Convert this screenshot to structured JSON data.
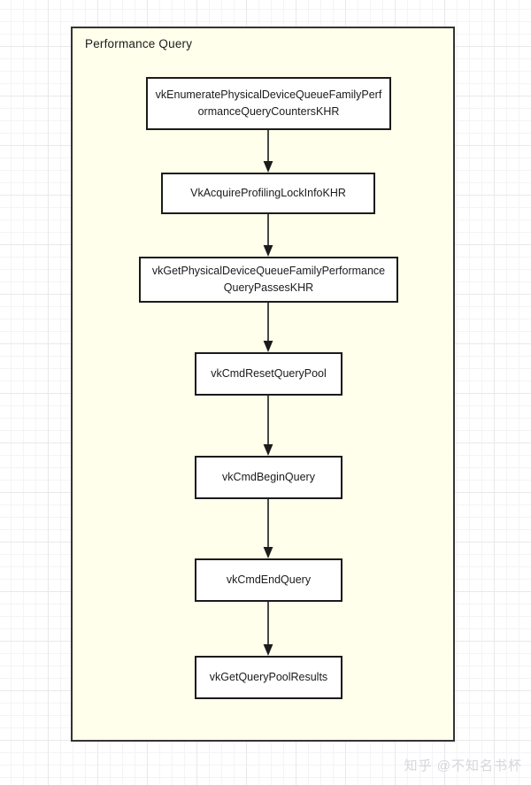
{
  "diagram": {
    "group": {
      "title": "Performance Query",
      "fill_color": "#ffffec",
      "border_color": "#333333"
    },
    "nodes": [
      {
        "id": "node-enumerate-counters",
        "label": "vkEnumeratePhysicalDeviceQueueFamilyPerformanceQueryCountersKHR"
      },
      {
        "id": "node-acquire-lock-info",
        "label": "VkAcquireProfilingLockInfoKHR"
      },
      {
        "id": "node-get-query-passes",
        "label": "vkGetPhysicalDeviceQueueFamilyPerformanceQueryPassesKHR"
      },
      {
        "id": "node-cmd-reset-query-pool",
        "label": "vkCmdResetQueryPool"
      },
      {
        "id": "node-cmd-begin-query",
        "label": "vkCmdBeginQuery"
      },
      {
        "id": "node-cmd-end-query",
        "label": "vkCmdEndQuery"
      },
      {
        "id": "node-get-query-pool-results",
        "label": "vkGetQueryPoolResults"
      }
    ],
    "edges": [
      {
        "from": "node-enumerate-counters",
        "to": "node-acquire-lock-info"
      },
      {
        "from": "node-acquire-lock-info",
        "to": "node-get-query-passes"
      },
      {
        "from": "node-get-query-passes",
        "to": "node-cmd-reset-query-pool"
      },
      {
        "from": "node-cmd-reset-query-pool",
        "to": "node-cmd-begin-query"
      },
      {
        "from": "node-cmd-begin-query",
        "to": "node-cmd-end-query"
      },
      {
        "from": "node-cmd-end-query",
        "to": "node-get-query-pool-results"
      }
    ],
    "node_fill_color": "#ffffff",
    "node_border_color": "#1b1b1b",
    "arrow_color": "#1b1b1b"
  },
  "watermark": {
    "text": "知乎 @不知名书杯"
  }
}
